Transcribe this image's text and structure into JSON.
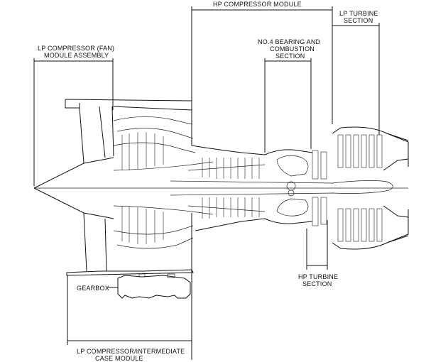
{
  "labels": {
    "hp_compressor": "HP COMPRESSOR MODULE",
    "lp_turbine_1": "LP TURBINE",
    "lp_turbine_2": "SECTION",
    "lp_compressor_1": "LP COMPRESSOR (FAN)",
    "lp_compressor_2": "MODULE ASSEMBLY",
    "bearing_1": "NO.4 BEARING AND",
    "bearing_2": "COMBUSTION",
    "bearing_3": "SECTION",
    "hp_turbine_1": "HP TURBINE",
    "hp_turbine_2": "SECTION",
    "gearbox": "GEARBOX",
    "intermediate_case_1": "LP COMPRESSOR/INTERMEDIATE",
    "intermediate_case_2": "CASE MODULE"
  }
}
